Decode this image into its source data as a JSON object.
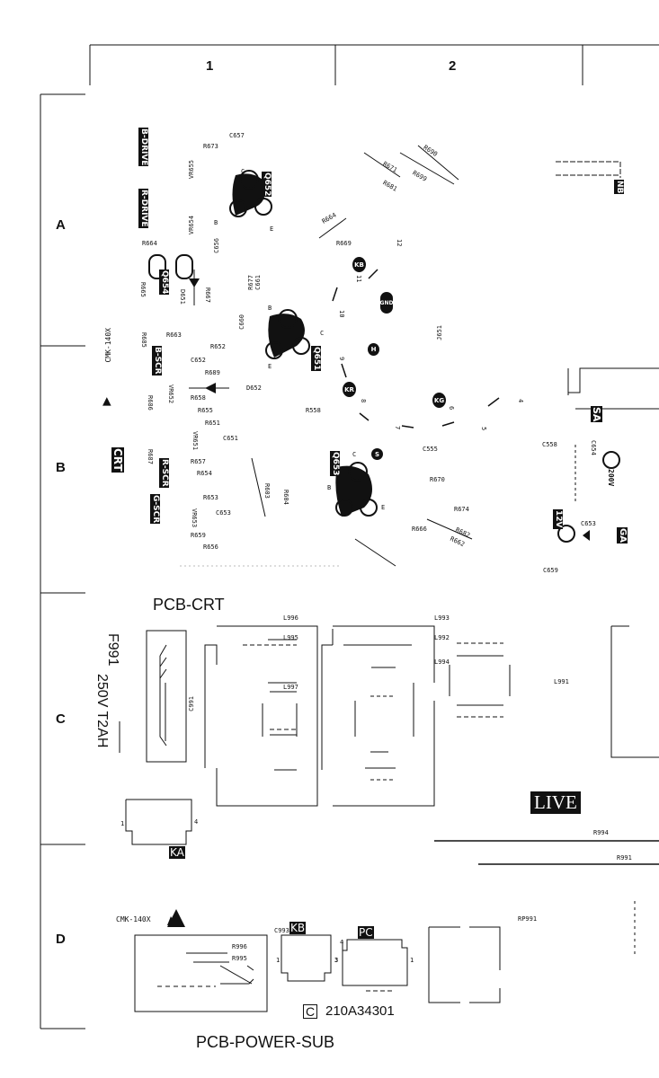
{
  "grid": {
    "columns": [
      "1",
      "2"
    ],
    "rows": [
      "A",
      "B",
      "C",
      "D"
    ]
  },
  "pcb_crt": {
    "title": "PCB-CRT",
    "marking": "CMK-140X",
    "boxed_labels": {
      "b_drive": "B-DRIVE",
      "r_drive": "R-DRIVE",
      "q652": "Q652",
      "q654": "Q654",
      "q651": "Q651",
      "q653": "Q653",
      "b_scr": "B-SCR",
      "r_scr": "R-SCR",
      "g_scr": "G-SCR",
      "crt": "CRT",
      "nb": "NB",
      "sa": "SA",
      "v12": "12V",
      "v200": "200V",
      "ga": "GA"
    },
    "socket_pins": {
      "kb": "KB",
      "gnd": "GND",
      "h": "H",
      "kr": "KR",
      "kg": "KG",
      "s": "S"
    },
    "pin_numbers": {
      "p12": "12",
      "p11": "11",
      "p10": "10",
      "p9": "9",
      "p8": "8",
      "p7": "7",
      "p6": "6",
      "p5": "5",
      "p4": "4"
    },
    "refs": {
      "c657": "C657",
      "r673": "R673",
      "vr655": "VR655",
      "vr654": "VR654",
      "r664": "R664",
      "c656": "C656",
      "r665": "R665",
      "d651": "D651",
      "r667": "R667",
      "r677": "R677",
      "c661": "C661",
      "c660": "C660",
      "r663": "R663",
      "r652": "R652",
      "r685": "R685",
      "c652": "C652",
      "r689": "R689",
      "vr652": "VR652",
      "d652": "D652",
      "r658": "R658",
      "r686": "R686",
      "r655": "R655",
      "r651": "R651",
      "vr651": "VR651",
      "c651": "C651",
      "r687": "R687",
      "r657": "R657",
      "r654": "R654",
      "r653": "R653",
      "c653": "C653",
      "vr653": "VR653",
      "r659": "R659",
      "r656": "R656",
      "r603": "R603",
      "r604": "R604",
      "r558": "R558",
      "r690": "R690",
      "r671": "R671",
      "r699": "R699",
      "r681": "R681",
      "r664b": "R664",
      "r669": "R669",
      "j651": "J651",
      "c555": "C555",
      "r670": "R670",
      "r674": "R674",
      "r666": "R666",
      "r682": "R682",
      "r662": "R662",
      "c558": "C558",
      "c654": "C654",
      "c653b": "C653",
      "c659": "C659"
    },
    "transistor_pins": {
      "c": "C",
      "b": "B",
      "e": "E"
    }
  },
  "power": {
    "fuse_ref": "F991",
    "fuse_rating": "250V  T2AH",
    "refs": {
      "l996": "L996",
      "l995": "L995",
      "l997": "L997",
      "l993": "L993",
      "l992": "L992",
      "l994": "L994",
      "l991": "L991",
      "c991": "C991",
      "r994": "R994",
      "r991": "R991"
    },
    "live": "LIVE",
    "ka": "KA",
    "ka_pin1": "1",
    "ka_pin4": "4"
  },
  "pcb_power_sub": {
    "title": "PCB-POWER-SUB",
    "marking": "CMK-140X",
    "c993": "C993",
    "r996": "R996",
    "r995": "R995",
    "kb": "KB",
    "pc": "PC",
    "rp991": "RP991",
    "kb_pin1": "1",
    "kb_pin3": "3",
    "pc_pin4": "4",
    "pc_pin1": "1",
    "copyright_symbol": "C",
    "part_number": "210A34301"
  }
}
